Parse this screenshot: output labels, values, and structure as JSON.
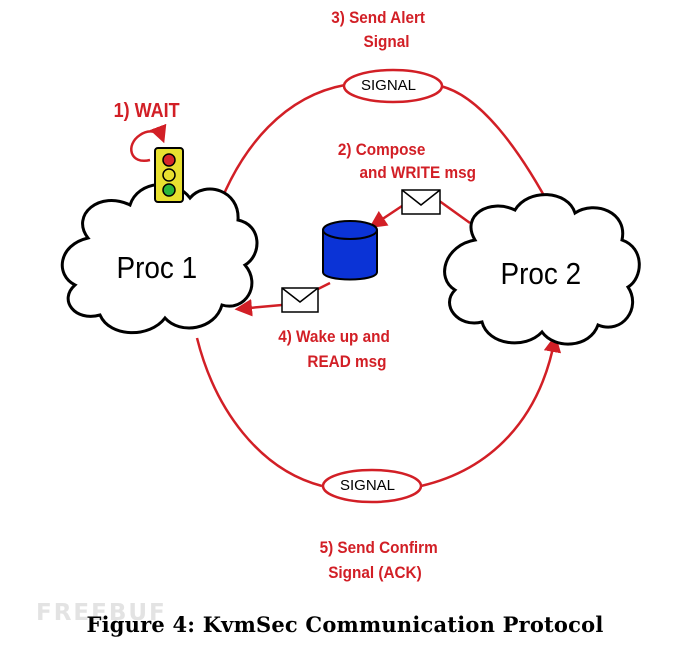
{
  "colors": {
    "accent": "#d21f26",
    "db": "#0b33d6",
    "outline": "#000000",
    "light_red": "#d6262a",
    "light_yellow": "#e8e030",
    "light_green": "#2bb53b"
  },
  "steps": {
    "s1": "1) WAIT",
    "s2": [
      "2) Compose",
      "and WRITE msg"
    ],
    "s3": [
      "3) Send Alert",
      "Signal"
    ],
    "s4": [
      "4) Wake up and",
      "READ msg"
    ],
    "s5": [
      "5) Send Confirm",
      "Signal (ACK)"
    ]
  },
  "nodes": {
    "proc1": "Proc 1",
    "proc2": "Proc 2"
  },
  "signals": {
    "top": "SIGNAL",
    "bottom": "SIGNAL"
  },
  "watermark": "FREEBUF",
  "caption": "Figure 4: KvmSec Communication Protocol"
}
